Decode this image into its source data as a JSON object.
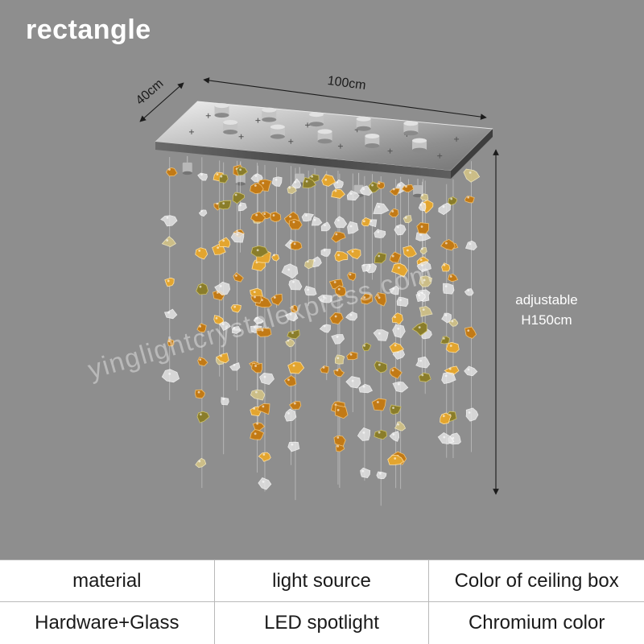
{
  "title": "rectangle",
  "dimensions": {
    "width_label": "100cm",
    "depth_label": "40cm",
    "height_line1": "adjustable",
    "height_line2": "H150cm"
  },
  "watermark": "yinglightcrystalexpress.com",
  "spec_table": {
    "headers": [
      "material",
      "light source",
      "Color of ceiling box"
    ],
    "values": [
      "Hardware+Glass",
      "LED spotlight",
      "Chromium color"
    ]
  },
  "colors": {
    "background": "#8e8e8e",
    "dimension_ink": "#1b1b1b",
    "wire": "#d8d8d8",
    "crystal_clear": "#e6e6e6",
    "crystal_amber": "#c27a16",
    "crystal_light_amber": "#e3a52f",
    "crystal_olive": "#8a7d2b",
    "crystal_champagne": "#cfc087"
  }
}
